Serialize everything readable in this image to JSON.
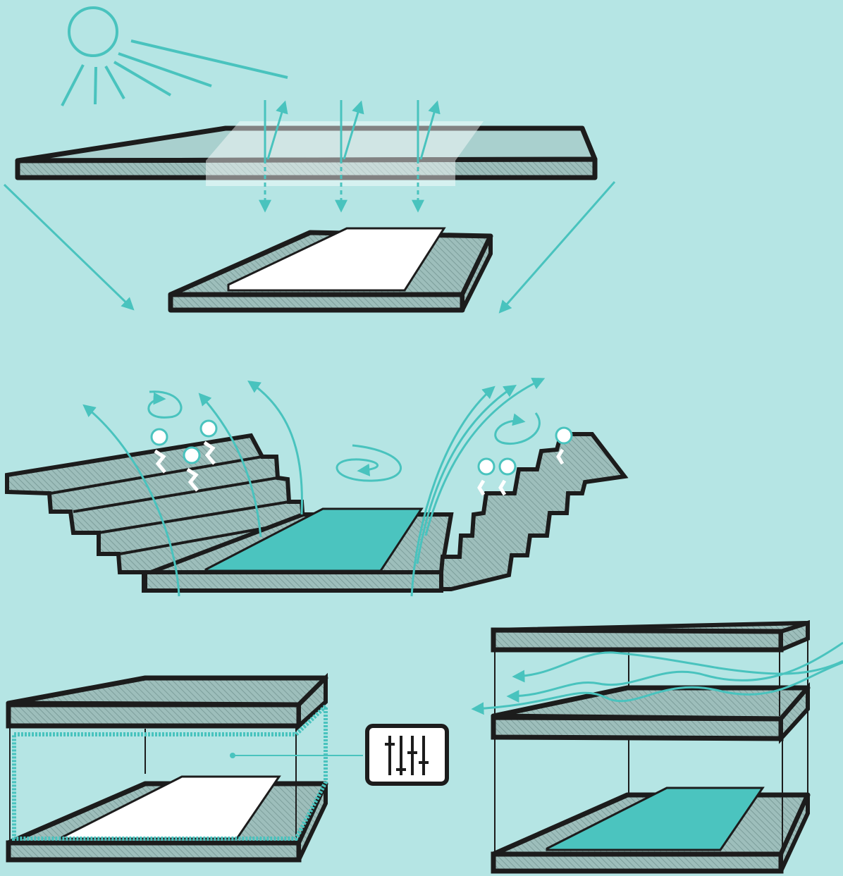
{
  "diagram": {
    "panels": [
      {
        "id": "solar-shading",
        "elements": [
          "sun-icon",
          "shade-roof",
          "translucent-panel",
          "ground-slab",
          "white-surface",
          "sunlight-arrows",
          "diffuse-light-arrows"
        ]
      },
      {
        "id": "sunken-court-ventilation",
        "elements": [
          "stepped-seating",
          "teal-pool",
          "airflow-arrows",
          "vortex-icons",
          "people-icons"
        ]
      },
      {
        "id": "enclosed-controllable",
        "elements": [
          "roof-slab",
          "floor-slab",
          "white-surface",
          "dashed-enclosure",
          "control-panel-icon"
        ]
      },
      {
        "id": "cross-ventilation-layers",
        "elements": [
          "top-slab",
          "middle-slab",
          "floor-slab",
          "teal-pool",
          "wind-arrows"
        ]
      }
    ]
  },
  "colors": {
    "background": "#b5e5e4",
    "accent": "#49c3be",
    "outline": "#1c1c1c",
    "slab_hatch": "#8fb3b0",
    "surface_white": "#ffffff",
    "surface_teal": "#4bc4bf"
  },
  "icons": {
    "sun": "sun-icon",
    "control": "sliders-icon",
    "vortex": "swirl-icon",
    "person": "person-icon"
  }
}
